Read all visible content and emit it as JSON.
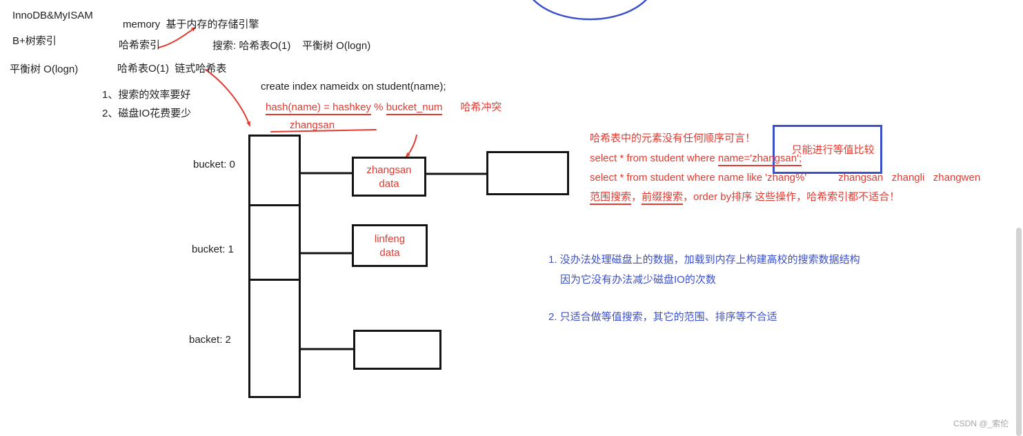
{
  "colors": {
    "ink": "#1f1f1f",
    "red": "#e13a30",
    "blue": "#3c50c8",
    "watermark": "#a6a6a6"
  },
  "topnotes": {
    "engines": "InnoDB&MyISAM",
    "btree": "B+树索引",
    "balanced": "平衡树 O(logn)",
    "memory_note": "memory  基于内存的存储引擎",
    "hash_index": "哈希索引",
    "search_note": "搜索: 哈希表O(1)    平衡树 O(logn)",
    "hash_types": "哈希表O(1)  链式哈希表",
    "benefit1": "1、搜索的效率要好",
    "benefit2": "2、磁盘IO花费要少"
  },
  "diagram": {
    "create_index": "create index nameidx on student(name);",
    "formula_part1": "hash(name) = hashkey",
    "formula_op": " % ",
    "formula_part2": "bucket_num",
    "conflict": "哈希冲突",
    "hash_value": "zhangsan",
    "bucket0": "bucket: 0",
    "bucket1": "bucket: 1",
    "bucket2": "backet: 2",
    "node_zhangsan": {
      "line1": "zhangsan",
      "line2": "data"
    },
    "node_linfeng": {
      "line1": "linfeng",
      "line2": "data"
    }
  },
  "red_notes": {
    "no_order": "哈希表中的元素没有任何顺序可言！",
    "equal_only": "只能进行等值比较",
    "sql1_prefix": "select * from student where ",
    "sql1_cond": "name='zhangsan';",
    "sql2": "select * from student where name like 'zhang%'",
    "sql2_matches": "zhangsan   zhangli   zhangwen",
    "ns_range": "范围搜索",
    "ns_comma": "，",
    "ns_prefix": "前缀搜索",
    "ns_rest": "，order by排序 这些操作，哈希索引都不适合！"
  },
  "blue_notes": {
    "p1a": "1. 没办法处理磁盘上的数据，加载到内存上构建高校的搜索数据结构",
    "p1b": "因为它没有办法减少磁盘IO的次数",
    "p2": "2. 只适合做等值搜索，其它的范围、排序等不合适"
  },
  "watermark": "CSDN @_索伦"
}
